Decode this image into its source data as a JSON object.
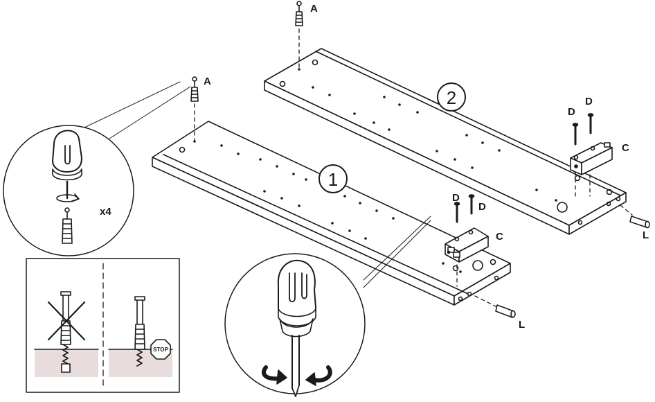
{
  "labels": {
    "a_top": "A",
    "a_left": "A",
    "d1": "D",
    "d2": "D",
    "d3": "D",
    "d4": "D",
    "c_upper": "C",
    "c_lower": "C",
    "l_upper": "L",
    "l_lower": "L",
    "board_1": "1",
    "board_2": "2",
    "count": "x4",
    "stop": "STOP"
  },
  "colors": {
    "line": "#1a1a1a",
    "wood_fill": "#ffffff",
    "wall_fill": "#e8dcdc"
  }
}
